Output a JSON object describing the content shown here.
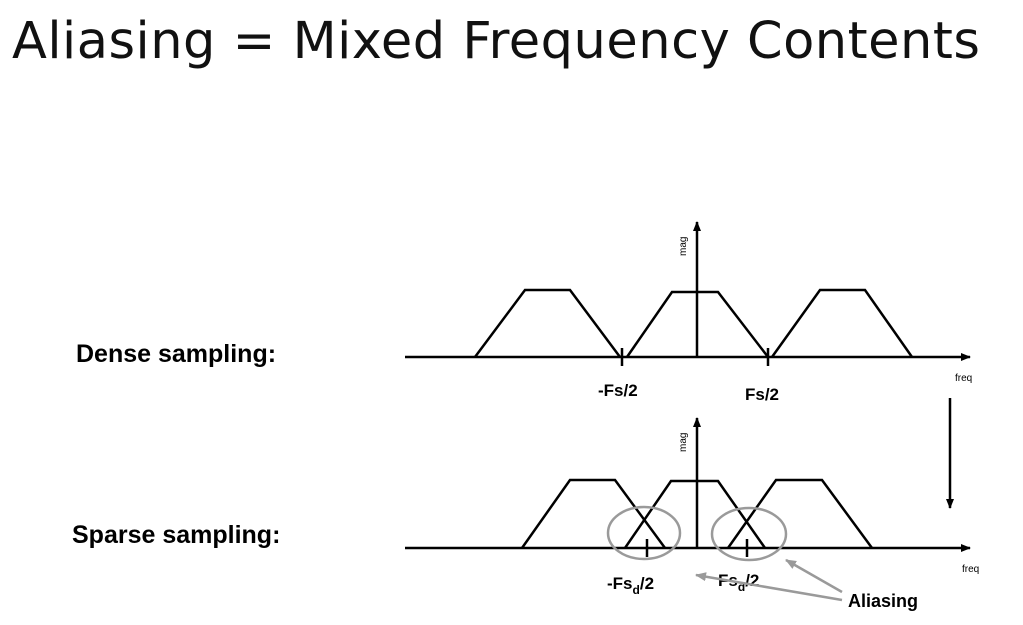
{
  "title": "Aliasing = Mixed Frequency Contents",
  "rows": {
    "dense_label": "Dense sampling:",
    "sparse_label": "Sparse sampling:"
  },
  "dense_plot": {
    "y_label": "mag",
    "x_label": "freq",
    "tick_left": "-Fs/2",
    "tick_right": "Fs/2"
  },
  "sparse_plot": {
    "y_label": "mag",
    "x_label": "freq",
    "tick_left_main": "-Fs",
    "tick_left_sub": "d",
    "tick_left_tail": "/2",
    "tick_right_main": "Fs",
    "tick_right_sub": "d",
    "tick_right_tail": "/2"
  },
  "annotation": {
    "aliasing_label": "Aliasing"
  },
  "colors": {
    "line": "#000000",
    "highlight_gray": "#9a9a9a"
  }
}
